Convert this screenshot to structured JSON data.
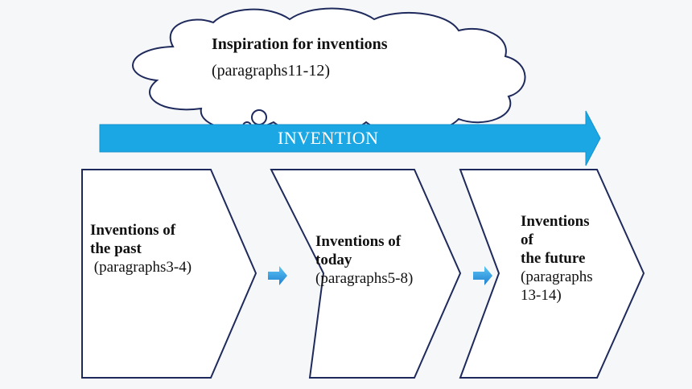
{
  "cloud": {
    "title": "Inspiration for inventions",
    "subtitle": "(paragraphs11-12)"
  },
  "timeline": {
    "label": "INVENTION",
    "color": "#1aa7e4"
  },
  "stages": [
    {
      "title_lines": [
        "Inventions of",
        "the past"
      ],
      "detail_lines": [
        " (paragraphs3-4)"
      ]
    },
    {
      "title_lines": [
        "Inventions of",
        "today"
      ],
      "detail_lines": [
        "(paragraphs5-8)"
      ]
    },
    {
      "title_lines": [
        "Inventions",
        "of",
        "the future"
      ],
      "detail_lines": [
        "(paragraphs",
        "13-14)"
      ]
    }
  ],
  "colors": {
    "outline": "#1f2a5c",
    "arrow": "#1aa7e4",
    "small_arrow": "#1e88d6"
  }
}
